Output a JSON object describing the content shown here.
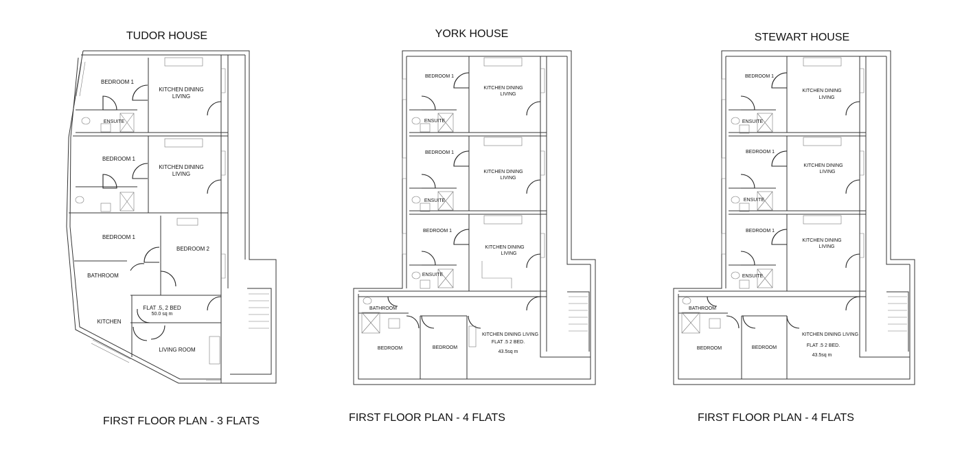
{
  "plans": {
    "tudor": {
      "title": "TUDOR HOUSE",
      "caption": "FIRST FLOOR PLAN - 3 FLATS",
      "rooms": {
        "bedroom1_a": "BEDROOM 1",
        "kitchen_a": [
          "KITCHEN DINING",
          "LIVING"
        ],
        "ensuite_a": "ENSUITE",
        "bedroom1_b": "BEDROOM 1",
        "kitchen_b": [
          "KITCHEN DINING",
          "LIVING"
        ],
        "bedroom1_c": "BEDROOM 1",
        "bedroom2_c": "BEDROOM 2",
        "bathroom_c": "BATHROOM",
        "flat_c": [
          "FLAT .5, 2 BED",
          "50.0 sq m"
        ],
        "kitchen_c": "KITCHEN",
        "living_c": "LIVING ROOM"
      }
    },
    "york": {
      "title": "YORK HOUSE",
      "caption": "FIRST FLOOR PLAN - 4 FLATS",
      "rooms": {
        "bedroom1_a": "BEDROOM 1",
        "kitchen_a": [
          "KITCHEN DINING",
          "LIVING"
        ],
        "ensuite_a": "ENSUITE",
        "bedroom1_b": "BEDROOM 1",
        "kitchen_b": [
          "KITCHEN DINING",
          "LIVING"
        ],
        "ensuite_b": "ENSUITE",
        "bedroom1_c": "BEDROOM 1",
        "kitchen_c": [
          "KITCHEN DINING",
          "LIVING"
        ],
        "ensuite_c": "ENSUITE",
        "bathroom_d": "BATHROOM",
        "bedroom_d1": "BEDROOM",
        "bedroom_d2": "BEDROOM",
        "flat_d": [
          "KITCHEN DINING LIVING",
          "FLAT .5 2 BED.",
          "43.5sq m"
        ]
      }
    },
    "stewart": {
      "title": "STEWART HOUSE",
      "caption": "FIRST FLOOR PLAN - 4 FLATS",
      "rooms": {
        "bedroom1_a": "BEDROOM 1",
        "kitchen_a": [
          "KITCHEN DINING",
          "LIVING"
        ],
        "ensuite_a": "ENSUITE",
        "bedroom1_b": "BEDROOM 1",
        "kitchen_b": [
          "KITCHEN DINING",
          "LIVING"
        ],
        "ensuite_b": "ENSUITE",
        "bedroom1_c": "BEDROOM 1",
        "kitchen_c": [
          "KITCHEN DINING",
          "LIVING"
        ],
        "ensuite_c": "ENSUITE",
        "bathroom_d": "BATHROOM",
        "bedroom_d1": "BEDROOM",
        "bedroom_d2": "BEDROOM",
        "flat_d": [
          "KITCHEN DINING LIVING",
          "FLAT .5 2 BED.",
          "43.5sq m"
        ]
      }
    }
  }
}
